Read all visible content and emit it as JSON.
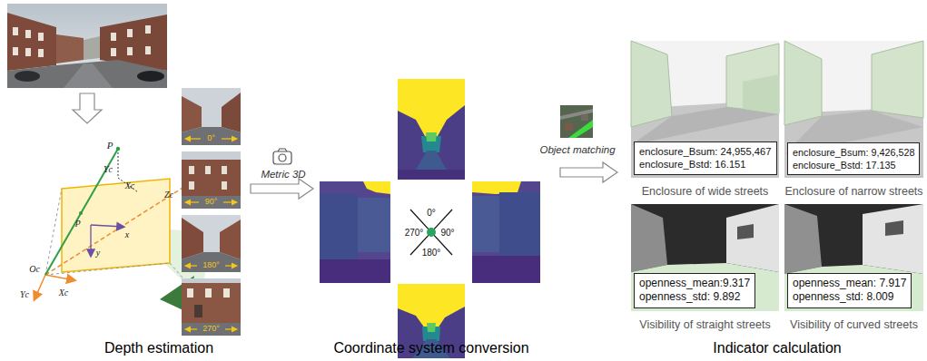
{
  "diagram": {
    "nodes": [
      {
        "text": [
          "Enclosure of wide streets"
        ]
      },
      {
        "text": [
          "enclosure_Bsum: 24,955,467",
          "enclosure_Bstd: 16.151"
        ],
        "in": 0
      },
      {
        "text": [
          "Enclosure of narrow streets"
        ]
      },
      {
        "text": [
          "enclosure_Bsum: 9,426,528",
          "enclosure_Bstd: 17.135"
        ],
        "in": 2
      },
      {
        "text": [
          "Visibility of straight streets"
        ]
      },
      {
        "text": [
          "openness_mean:9.317",
          "openness_std: 9.892"
        ],
        "in": 4
      },
      {
        "text": [
          "Visibility of curved streets"
        ]
      },
      {
        "text": [
          "openness_mean: 7.917",
          "openness_std: 8.009"
        ],
        "in": 6
      }
    ],
    "labels": [
      "Depth estimation",
      "Coordinate system conversion",
      "Indicator calculation",
      "Metric 3D",
      "Object matching",
      "P",
      "Yc",
      "Xc",
      "Zc",
      "p",
      "x",
      "y",
      "Oc",
      "Yc",
      "Xc",
      "0°",
      "90°",
      "180°",
      "270°",
      "0°",
      "90°",
      "180°",
      "270°"
    ]
  }
}
